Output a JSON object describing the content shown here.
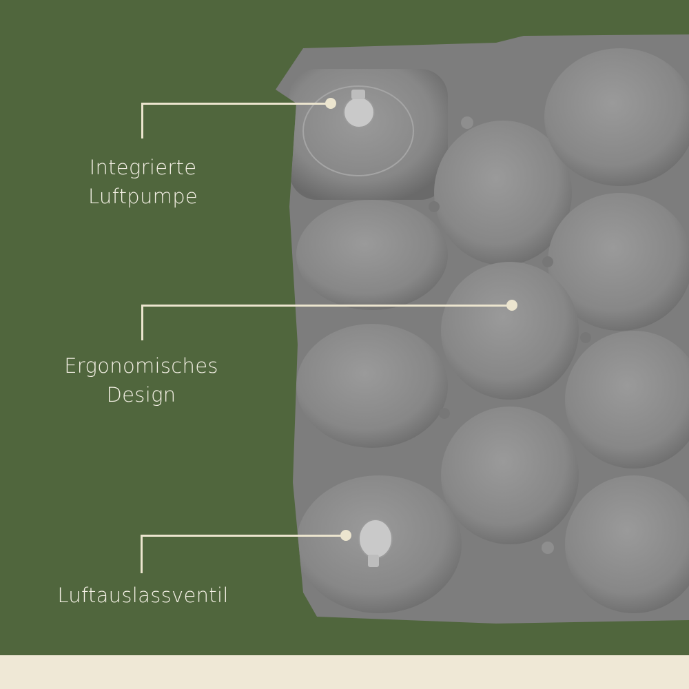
{
  "colors": {
    "background": "#50663d",
    "footer_band": "#efe8d6",
    "callout_line": "#ece5cf",
    "label_text": "#f5f1e6",
    "mat_gray": "#8a8a8a"
  },
  "product_image": {
    "description": "gray inflatable sleeping mat with quilted hexagonal air chambers"
  },
  "callouts": [
    {
      "line1": "Integrierte",
      "line2": "Luftpumpe",
      "target": "integrated-air-pump"
    },
    {
      "line1": "Ergonomisches",
      "line2": "Design",
      "target": "ergonomic-chambers"
    },
    {
      "line1": "Luftauslassventil",
      "line2": "",
      "target": "air-release-valve"
    }
  ]
}
